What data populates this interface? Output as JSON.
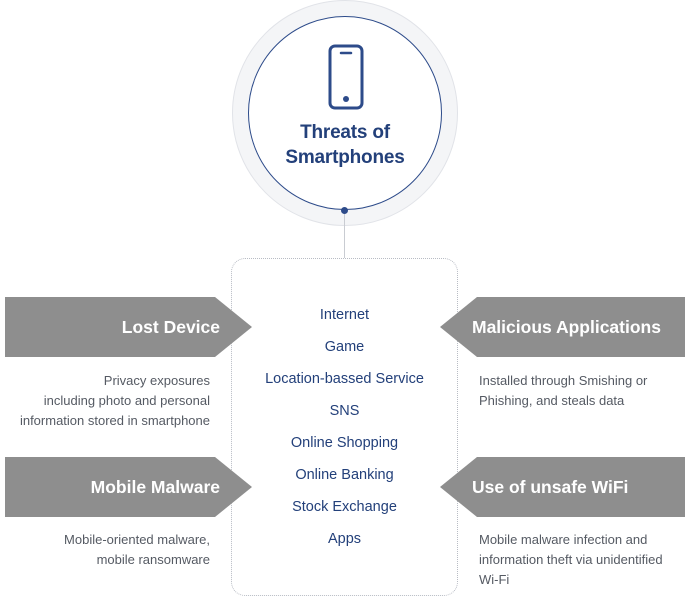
{
  "hub": {
    "title_line1": "Threats of",
    "title_line2": "Smartphones",
    "icon": "smartphone-icon"
  },
  "center_items": [
    "Internet",
    "Game",
    "Location-bassed Service",
    "SNS",
    "Online Shopping",
    "Online Banking",
    "Stock Exchange",
    "Apps"
  ],
  "threats": {
    "lost_device": {
      "label": "Lost Device",
      "desc": [
        "Privacy exposures",
        "including photo and personal",
        "information stored in smartphone"
      ]
    },
    "mobile_malware": {
      "label": "Mobile Malware",
      "desc": [
        "Mobile-oriented malware,",
        "mobile ransomware"
      ]
    },
    "malicious_apps": {
      "label": "Malicious Applications",
      "desc": [
        "Installed through Smishing or",
        "Phishing, and steals data"
      ]
    },
    "unsafe_wifi": {
      "label": "Use of unsafe WiFi",
      "desc": [
        "Mobile malware infection and",
        "information theft via unidentified",
        "Wi-Fi"
      ]
    }
  },
  "colors": {
    "accent": "#23407a",
    "arrow": "#8e8e8e",
    "text": "#555a63"
  }
}
